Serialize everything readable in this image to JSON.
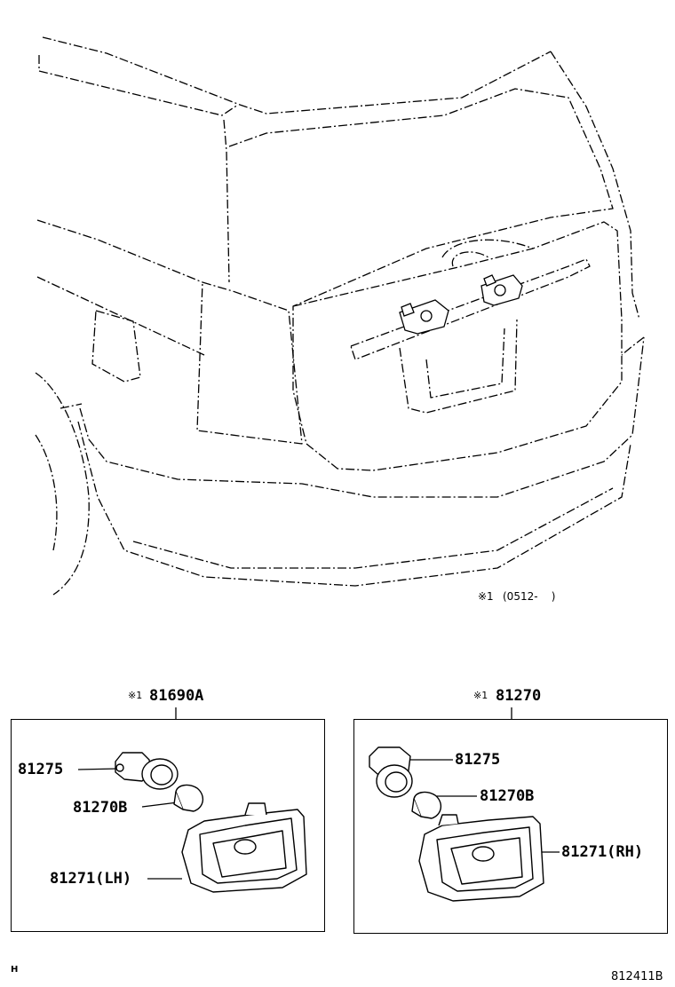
{
  "vehicle_note": {
    "mark": "※1",
    "range": "(0512-    )"
  },
  "kits": [
    {
      "note": "※1",
      "part_no": "81690A",
      "callouts": [
        "81275",
        "81270B",
        "81271(LH)"
      ]
    },
    {
      "note": "※1",
      "part_no": "81270",
      "callouts": [
        "81275",
        "81270B",
        "81271(RH)"
      ]
    }
  ],
  "footer": {
    "left_code": "H",
    "figure_id": "812411B"
  }
}
